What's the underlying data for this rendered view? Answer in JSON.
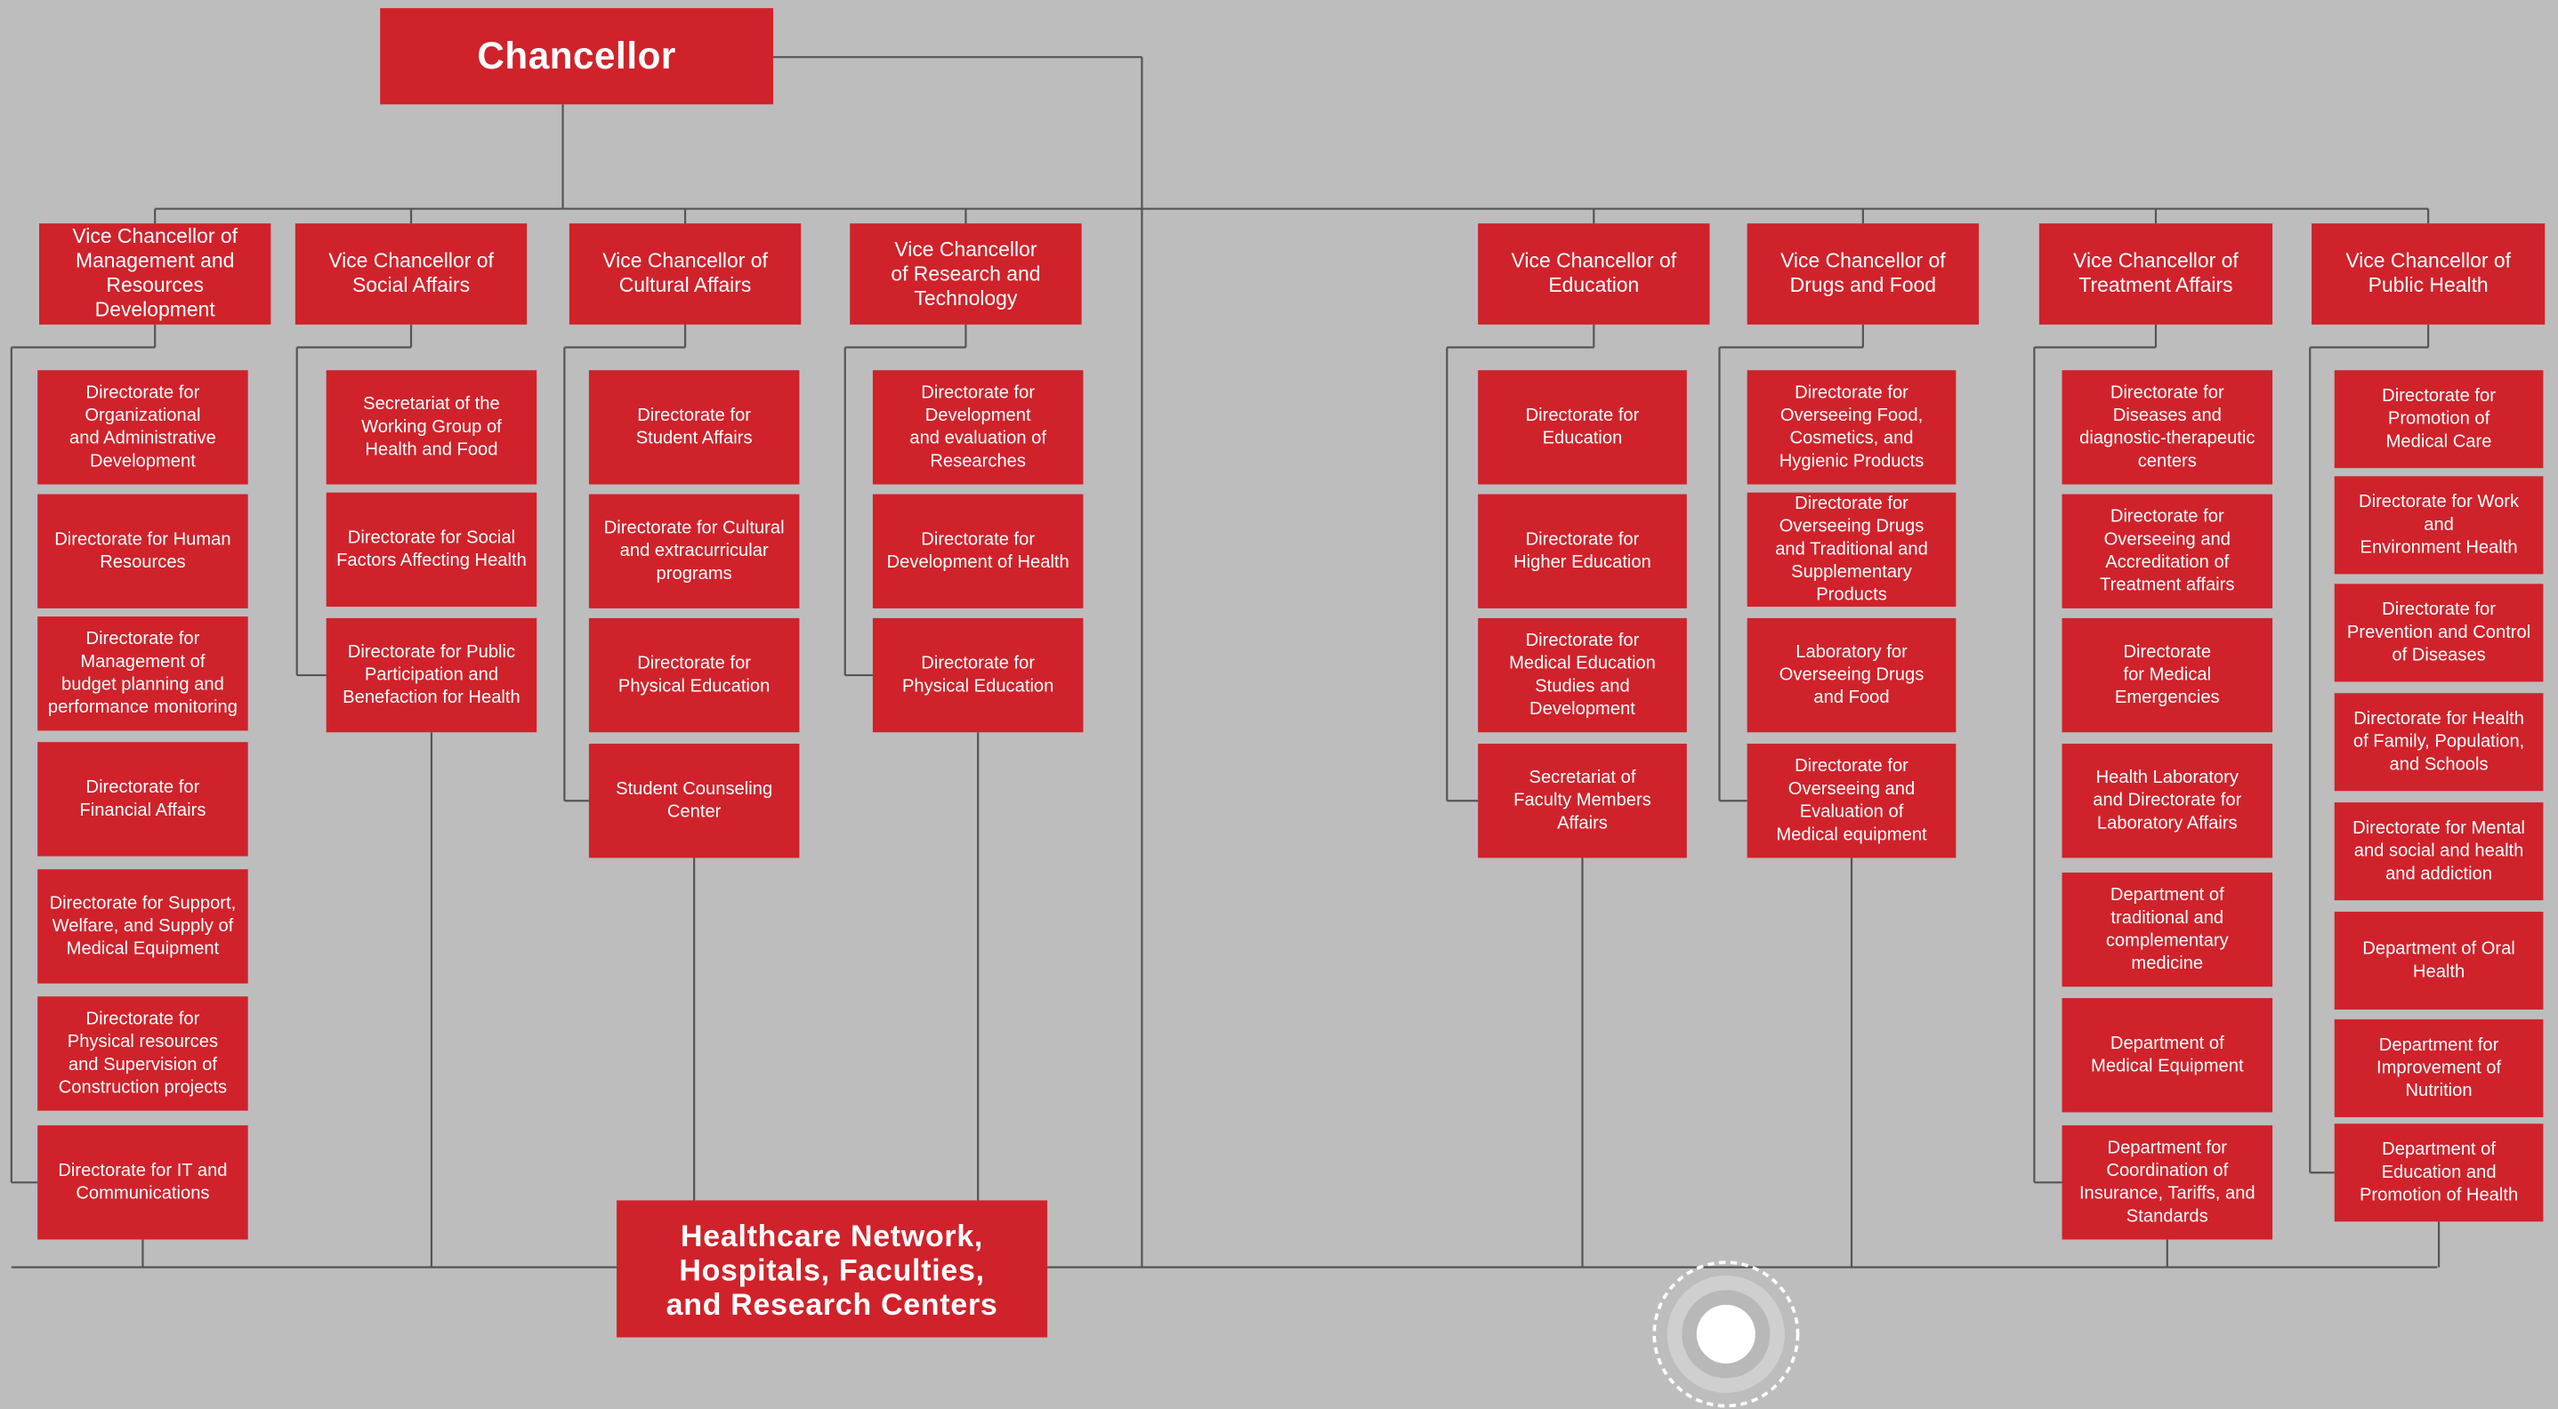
{
  "colors": {
    "background": "#bdbdbd",
    "box": "#d0222b",
    "line": "#555555",
    "text": "#ffffff"
  },
  "top": {
    "label": "Chancellor"
  },
  "bottom": {
    "label": "Healthcare Network,\nHospitals, Faculties,\nand Research Centers"
  },
  "columns": [
    {
      "title": "Vice Chancellor of\nManagement and\nResources Development",
      "items": [
        "Directorate for\nOrganizational\nand Administrative\nDevelopment",
        "Directorate for Human\nResources",
        "Directorate for\nManagement of\nbudget planning and\nperformance monitoring",
        "Directorate for\nFinancial Affairs",
        "Directorate for Support,\nWelfare,  and Supply of\nMedical Equipment",
        "Directorate for\nPhysical resources\nand Supervision of\nConstruction projects",
        "Directorate for IT and\nCommunications"
      ]
    },
    {
      "title": "Vice Chancellor of\nSocial Affairs",
      "items": [
        "Secretariat of the\nWorking Group of\nHealth and Food",
        "Directorate for Social\nFactors Affecting Health",
        "Directorate for Public\nParticipation and\nBenefaction for Health"
      ]
    },
    {
      "title": "Vice Chancellor of\nCultural Affairs",
      "items": [
        "Directorate for\nStudent Affairs",
        "Directorate for Cultural\nand extracurricular\nprograms",
        "Directorate for\nPhysical Education",
        "Student Counseling\nCenter"
      ]
    },
    {
      "title": "Vice Chancellor\nof Research and\nTechnology",
      "items": [
        "Directorate for\nDevelopment\nand evaluation of\nResearches",
        "Directorate for\nDevelopment of Health",
        "Directorate for\nPhysical Education"
      ]
    },
    {
      "title": "Vice Chancellor of\nEducation",
      "items": [
        "Directorate for\nEducation",
        "Directorate for\nHigher Education",
        "Directorate for\nMedical Education\nStudies and\nDevelopment",
        "Secretariat of\nFaculty Members\nAffairs"
      ]
    },
    {
      "title": "Vice Chancellor of\nDrugs and Food",
      "items": [
        "Directorate for\nOverseeing Food,\nCosmetics, and\nHygienic Products",
        "Directorate for\nOverseeing Drugs\nand Traditional and\nSupplementary Products",
        "Laboratory for\nOverseeing Drugs\nand Food",
        "Directorate for\nOverseeing and\nEvaluation of\nMedical equipment"
      ]
    },
    {
      "title": "Vice Chancellor of\nTreatment Affairs",
      "items": [
        "Directorate for\nDiseases and\ndiagnostic-therapeutic\ncenters",
        "Directorate for\nOverseeing and\nAccreditation of\nTreatment affairs",
        "Directorate\nfor Medical\nEmergencies",
        "Health Laboratory\nand Directorate for\nLaboratory Affairs",
        "Department of\ntraditional and\ncomplementary\nmedicine",
        "Department of\nMedical Equipment",
        "Department for\nCoordination of\nInsurance, Tariffs, and\nStandards"
      ]
    },
    {
      "title": "Vice Chancellor of\nPublic Health",
      "items": [
        "Directorate for\nPromotion of\nMedical Care",
        "Directorate for Work and\nEnvironment Health",
        "Directorate for\nPrevention and Control\nof Diseases",
        "Directorate for Health\nof Family, Population,\nand Schools",
        "Directorate for Mental\nand social and health\nand addiction",
        "Department of Oral\nHealth",
        "Department for\nImprovement of\nNutrition",
        "Department of\nEducation and\nPromotion of Health"
      ]
    }
  ]
}
